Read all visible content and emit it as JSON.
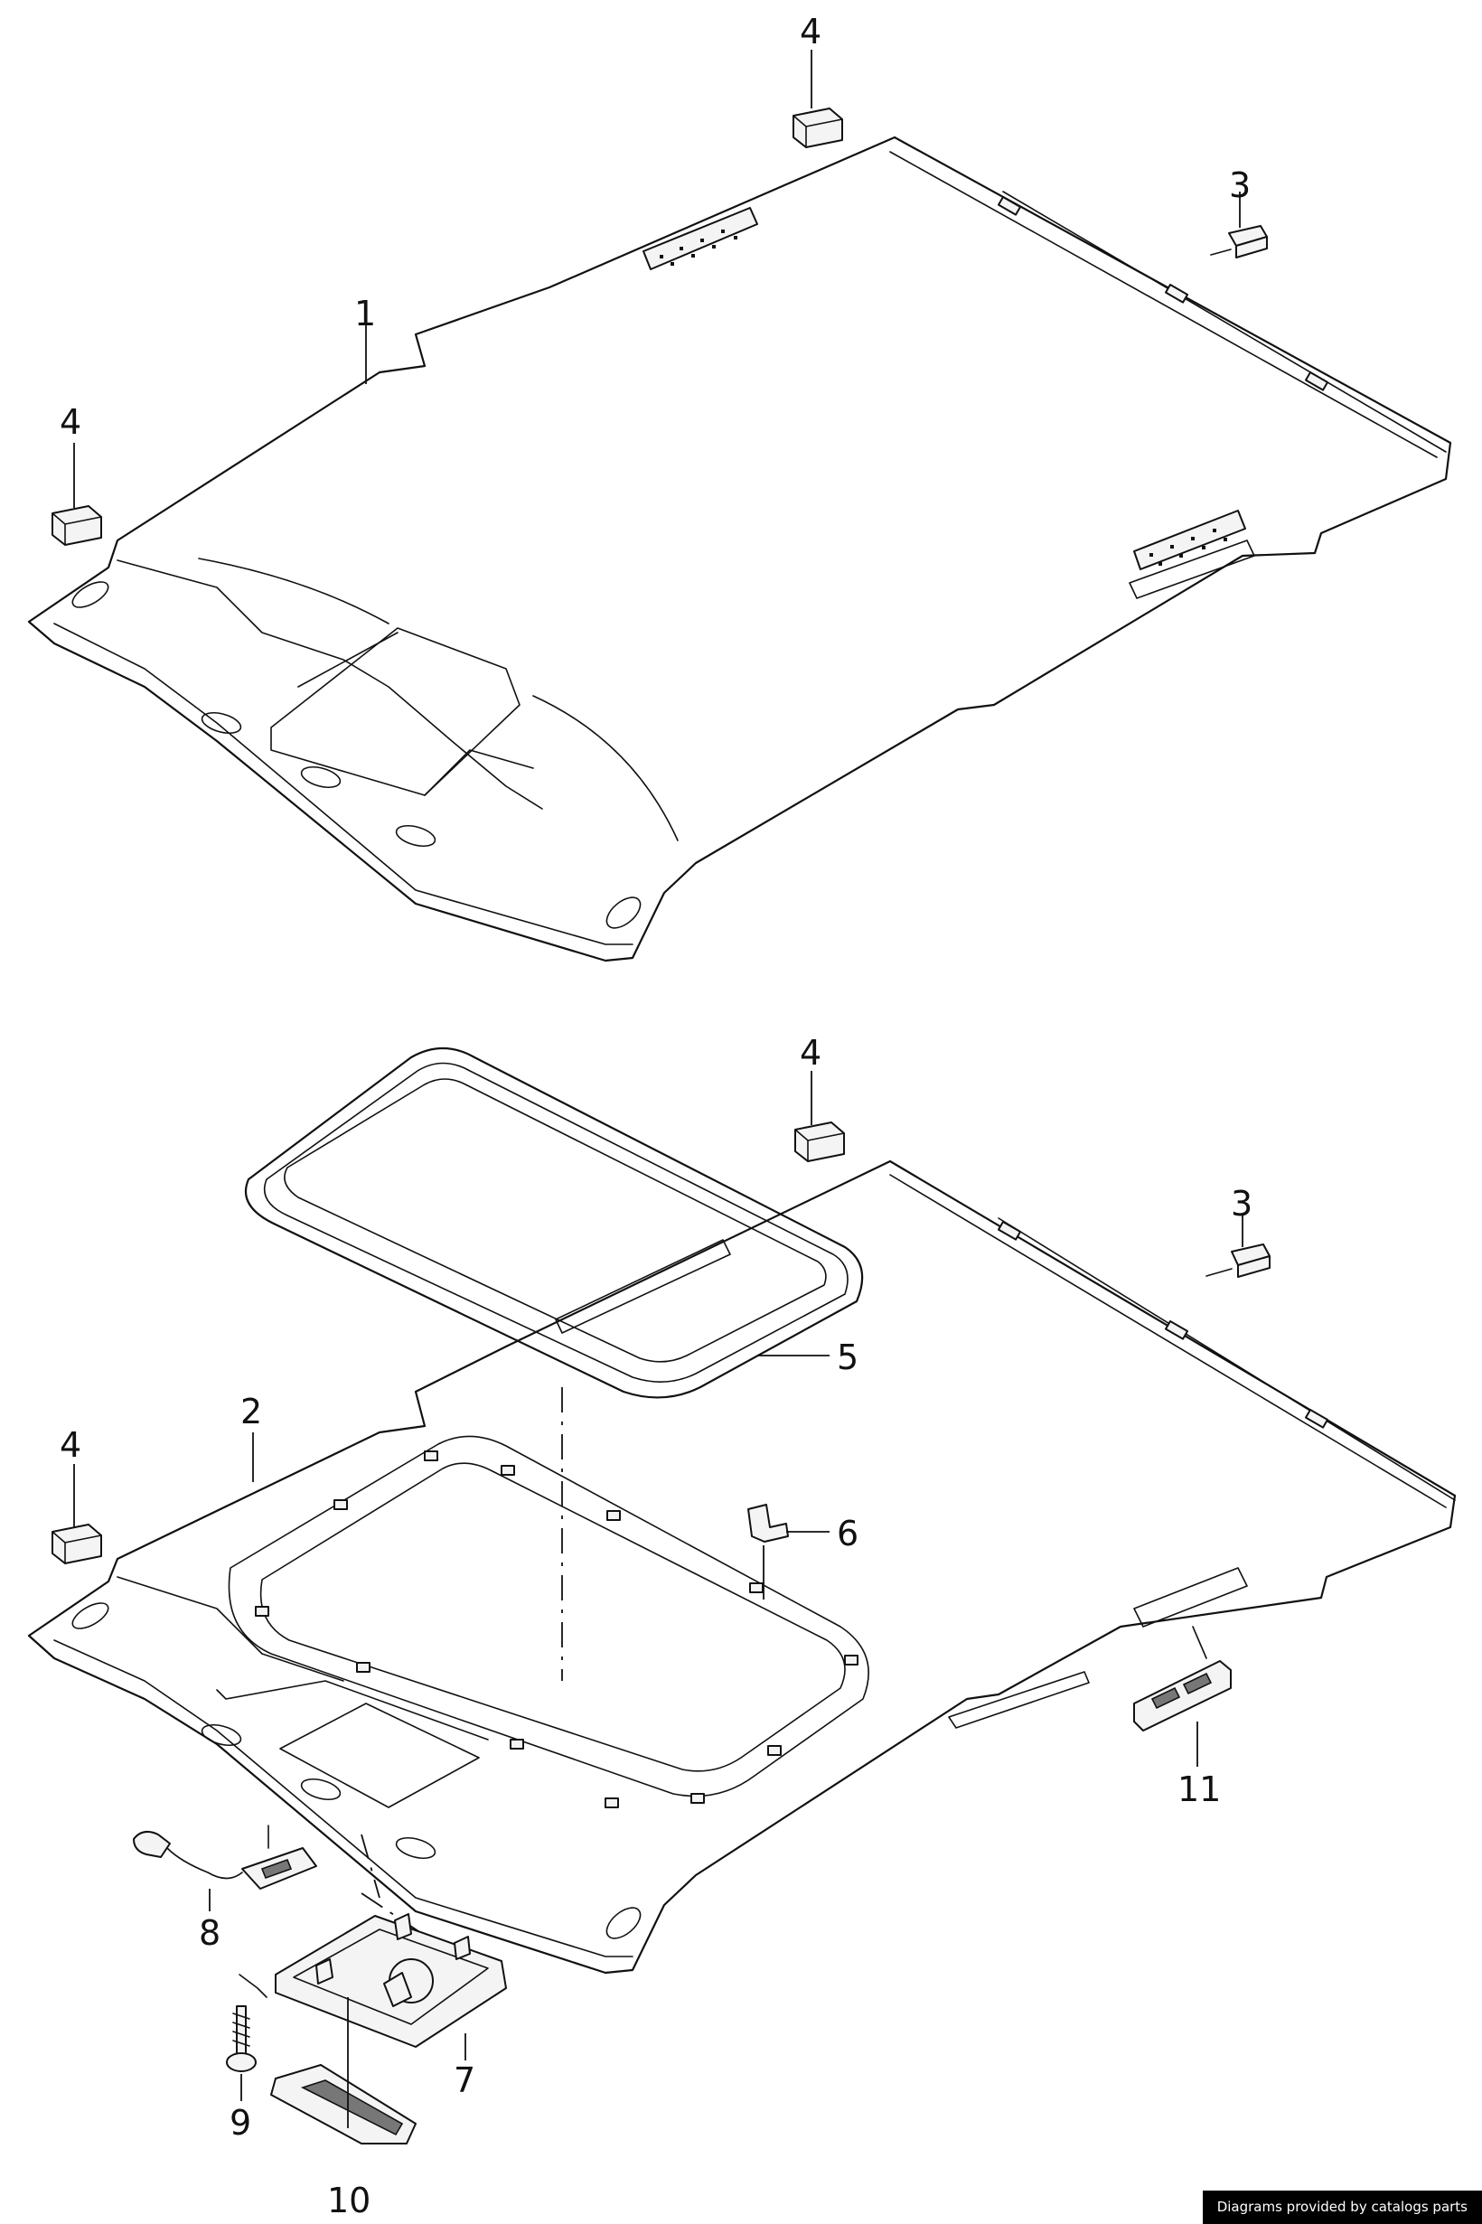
{
  "callouts": {
    "top_1": "1",
    "top_3": "3",
    "top_4_left": "4",
    "top_4_right": "4",
    "bottom_2": "2",
    "bottom_3": "3",
    "bottom_4_left": "4",
    "bottom_4_right": "4",
    "bottom_5": "5",
    "bottom_6": "6",
    "bottom_7": "7",
    "bottom_8": "8",
    "bottom_9": "9",
    "bottom_10": "10",
    "bottom_11": "11"
  },
  "footer": {
    "credit": "Diagrams provided by catalogs parts"
  }
}
